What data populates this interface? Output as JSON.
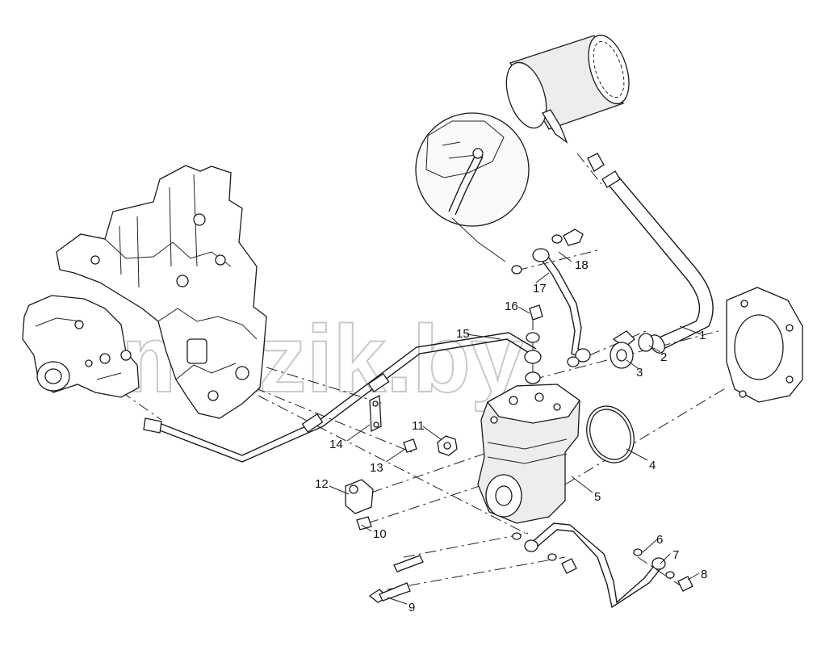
{
  "watermark": "mazik.by",
  "callouts": [
    {
      "id": "1",
      "text": "1"
    },
    {
      "id": "2",
      "text": "2"
    },
    {
      "id": "3",
      "text": "3"
    },
    {
      "id": "4",
      "text": "4"
    },
    {
      "id": "5",
      "text": "5"
    },
    {
      "id": "6",
      "text": "6"
    },
    {
      "id": "7",
      "text": "7"
    },
    {
      "id": "8",
      "text": "8"
    },
    {
      "id": "9",
      "text": "9"
    },
    {
      "id": "10",
      "text": "10"
    },
    {
      "id": "11",
      "text": "11"
    },
    {
      "id": "12",
      "text": "12"
    },
    {
      "id": "13",
      "text": "13"
    },
    {
      "id": "14",
      "text": "14"
    },
    {
      "id": "15",
      "text": "15"
    },
    {
      "id": "16",
      "text": "16"
    },
    {
      "id": "17",
      "text": "17"
    },
    {
      "id": "18",
      "text": "18"
    }
  ]
}
